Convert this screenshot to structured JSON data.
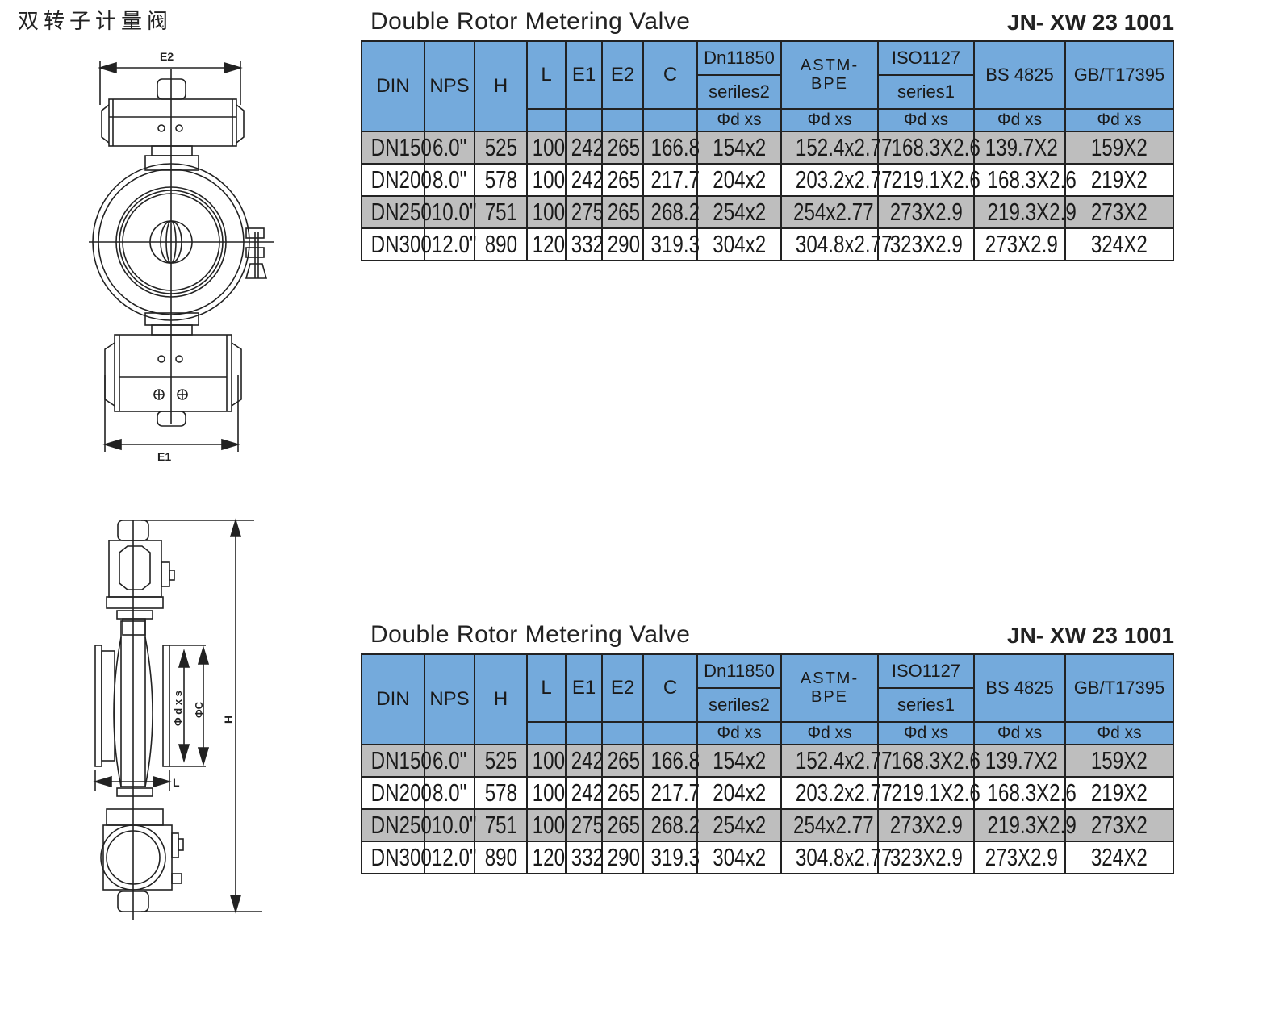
{
  "page": {
    "cn_title": "双转子计量阀"
  },
  "drawings": {
    "top_view": {
      "labels": {
        "width_top": "E2",
        "width_bottom": "E1"
      }
    },
    "side_view": {
      "labels": {
        "height": "H",
        "length": "L",
        "outer_dia": "ΦC",
        "pipe": "Φ d x s"
      }
    }
  },
  "tables": [
    {
      "title": "Double Rotor Metering Valve",
      "code": "JN- XW 23 1001",
      "header": {
        "din": "DIN",
        "nps": "NPS",
        "h": "H",
        "l": "L",
        "e1": "E1",
        "e2": "E2",
        "c": "C",
        "dn11850_a": "Dn11850",
        "dn11850_b": "seriles2",
        "astm": "ASTM-BPE",
        "iso_a": "ISO1127",
        "iso_b": "series1",
        "bs": "BS 4825",
        "gb": "GB/T17395",
        "sub": "Φd xs"
      },
      "rows": [
        [
          "DN150",
          "6.0\"",
          "525",
          "100",
          "242",
          "265",
          "166.8",
          "154x2",
          "152.4x2.77",
          "168.3X2.6",
          "139.7X2",
          "159X2"
        ],
        [
          "DN200",
          "8.0\"",
          "578",
          "100",
          "242",
          "265",
          "217.7",
          "204x2",
          "203.2x2.77",
          "219.1X2.6",
          "168.3X2.6",
          "219X2"
        ],
        [
          "DN250",
          "10.0\"",
          "751",
          "100",
          "275",
          "265",
          "268.2",
          "254x2",
          "254x2.77",
          "273X2.9",
          "219.3X2.9",
          "273X2"
        ],
        [
          "DN300",
          "12.0\"",
          "890",
          "120",
          "332",
          "290",
          "319.3",
          "304x2",
          "304.8x2.77",
          "323X2.9",
          "273X2.9",
          "324X2"
        ]
      ]
    },
    {
      "title": "Double Rotor Metering Valve",
      "code": "JN- XW 23 1001",
      "header": {
        "din": "DIN",
        "nps": "NPS",
        "h": "H",
        "l": "L",
        "e1": "E1",
        "e2": "E2",
        "c": "C",
        "dn11850_a": "Dn11850",
        "dn11850_b": "seriles2",
        "astm": "ASTM-BPE",
        "iso_a": "ISO1127",
        "iso_b": "series1",
        "bs": "BS 4825",
        "gb": "GB/T17395",
        "sub": "Φd xs"
      },
      "rows": [
        [
          "DN150",
          "6.0\"",
          "525",
          "100",
          "242",
          "265",
          "166.8",
          "154x2",
          "152.4x2.77",
          "168.3X2.6",
          "139.7X2",
          "159X2"
        ],
        [
          "DN200",
          "8.0\"",
          "578",
          "100",
          "242",
          "265",
          "217.7",
          "204x2",
          "203.2x2.77",
          "219.1X2.6",
          "168.3X2.6",
          "219X2"
        ],
        [
          "DN250",
          "10.0\"",
          "751",
          "100",
          "275",
          "265",
          "268.2",
          "254x2",
          "254x2.77",
          "273X2.9",
          "219.3X2.9",
          "273X2"
        ],
        [
          "DN300",
          "12.0\"",
          "890",
          "120",
          "332",
          "290",
          "319.3",
          "304x2",
          "304.8x2.77",
          "323X2.9",
          "273X2.9",
          "324X2"
        ]
      ]
    }
  ],
  "colors": {
    "header_bg": "#74aadc",
    "row_gray": "#bebebe",
    "row_white": "#ffffff",
    "border": "#222222"
  }
}
